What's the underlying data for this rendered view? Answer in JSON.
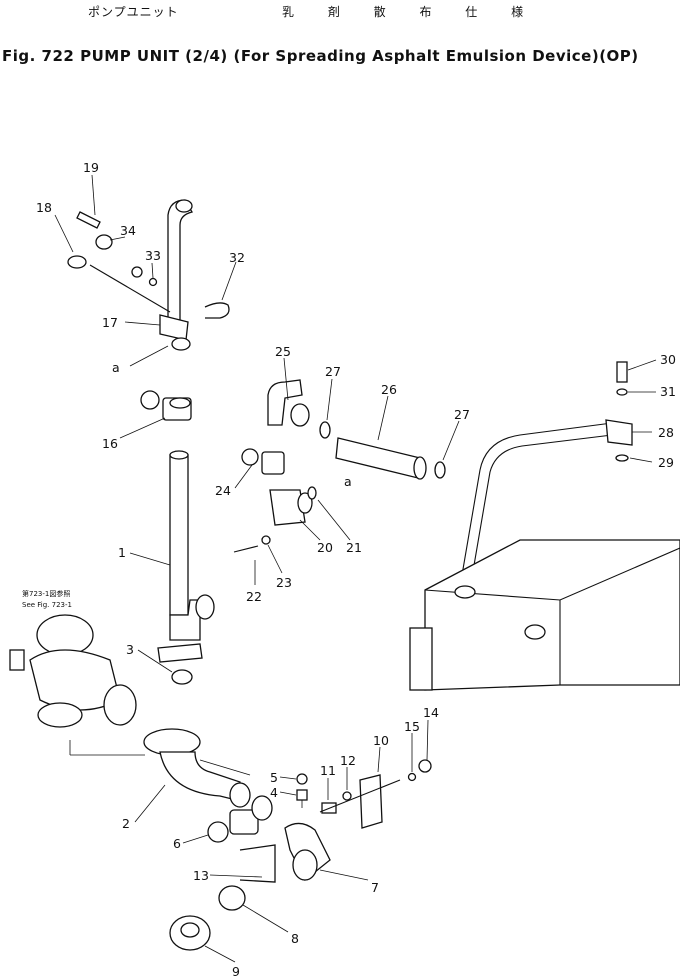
{
  "header": {
    "jp_title": "ポンプユニット",
    "jp_subtitle": "乳 剤 散 布 仕 様",
    "fig_label": "Fig. 722",
    "title": "PUMP UNIT (2/4)",
    "subtitle": "(For Spreading Asphalt Emulsion Device)",
    "option": "(OP)"
  },
  "reference": {
    "jp": "第723-1図参照",
    "en": "See Fig. 723-1"
  },
  "connection_marks": [
    "a",
    "a"
  ],
  "parts": [
    "1",
    "2",
    "3",
    "4",
    "5",
    "6",
    "7",
    "8",
    "9",
    "10",
    "11",
    "12",
    "13",
    "14",
    "15",
    "16",
    "17",
    "18",
    "19",
    "20",
    "21",
    "22",
    "23",
    "24",
    "25",
    "26",
    "27",
    "28",
    "29",
    "30",
    "31",
    "32",
    "33",
    "34"
  ]
}
